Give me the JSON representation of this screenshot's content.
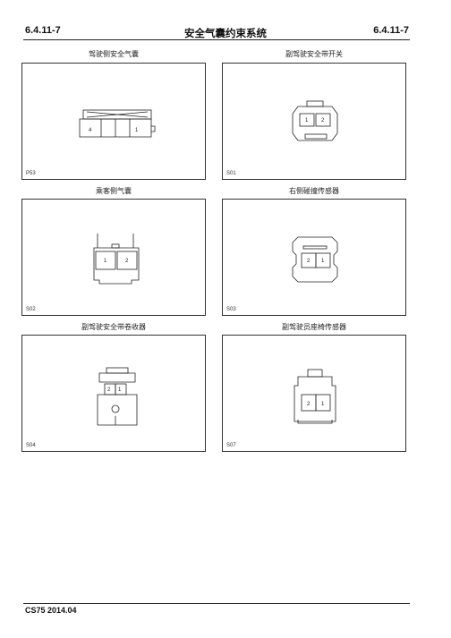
{
  "header": {
    "section_left": "6.4.11-7",
    "title": "安全气囊约束系统",
    "section_right": "6.4.11-7"
  },
  "connectors": [
    {
      "caption": "驾驶侧安全气囊",
      "code": "P53",
      "pins": [
        "4",
        "1"
      ]
    },
    {
      "caption": "副驾驶安全带开关",
      "code": "S01",
      "pins": [
        "1",
        "2"
      ]
    },
    {
      "caption": "乘客侧气囊",
      "code": "S02",
      "pins": [
        "1",
        "2"
      ]
    },
    {
      "caption": "右侧碰撞传感器",
      "code": "S03",
      "pins": [
        "2",
        "1"
      ]
    },
    {
      "caption": "副驾驶安全带卷收器",
      "code": "S04",
      "pins": [
        "2",
        "1"
      ]
    },
    {
      "caption": "副驾驶员座椅传感器",
      "code": "S07",
      "pins": [
        "2",
        "1"
      ]
    }
  ],
  "footer": {
    "model_date": "CS75 2014.04"
  }
}
